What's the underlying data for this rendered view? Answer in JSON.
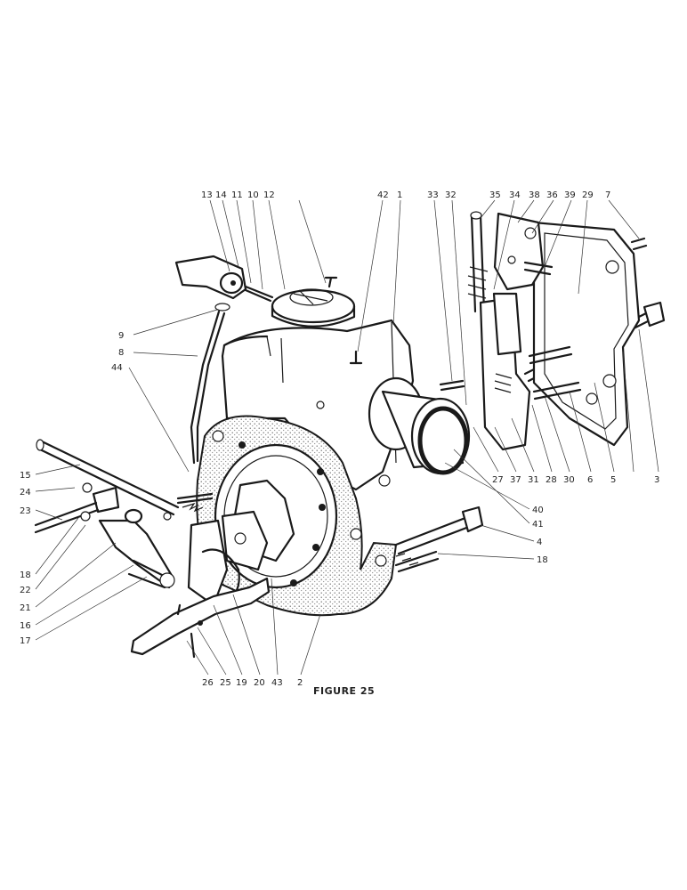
{
  "figure": {
    "caption": "FIGURE 25",
    "callouts": [
      "1",
      "2",
      "3",
      "4",
      "5",
      "6",
      "7",
      "8",
      "9",
      "10",
      "11",
      "12",
      "13",
      "14",
      "15",
      "16",
      "17",
      "18",
      "19",
      "20",
      "21",
      "22",
      "23",
      "24",
      "25",
      "26",
      "27",
      "28",
      "29",
      "30",
      "31",
      "32",
      "33",
      "34",
      "35",
      "36",
      "37",
      "38",
      "39",
      "40",
      "41",
      "42",
      "43",
      "44"
    ]
  }
}
